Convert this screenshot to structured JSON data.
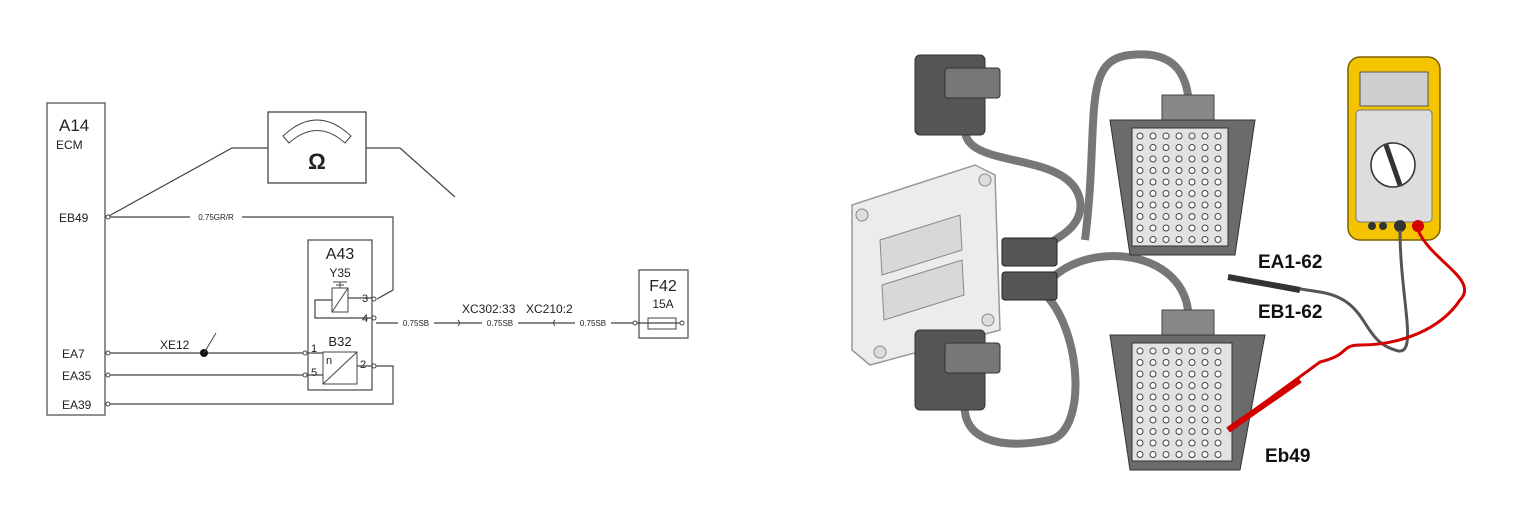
{
  "schematic": {
    "ecm": {
      "id": "A14",
      "name": "ECM",
      "pins": [
        "EB49",
        "EA7",
        "EA35",
        "EA39"
      ]
    },
    "meter_symbol": "ohm-icon",
    "meter_glyph": "Ω",
    "wire_eb49": "0.75GR/R",
    "module": {
      "id": "A43",
      "solenoid": "Y35",
      "sensor": "B32",
      "sensor_symbol": "n",
      "pins": [
        "3",
        "4",
        "1",
        "5",
        "2"
      ]
    },
    "splice": "XE12",
    "connectors": [
      "XC302:33",
      "XC210:2"
    ],
    "wire_supply": [
      "0.75SB",
      "0.75SB",
      "0.75SB"
    ],
    "fuse": {
      "id": "F42",
      "rating": "15A"
    }
  },
  "illustration": {
    "labels": {
      "probe_black": "EA1-62",
      "probe_black_2": "EB1-62",
      "probe_red": "Eb49"
    },
    "colors": {
      "meter": "#f5c400",
      "probe_red": "#d40000",
      "probe_black": "#555555",
      "breakout": "#6b6b6b"
    }
  }
}
